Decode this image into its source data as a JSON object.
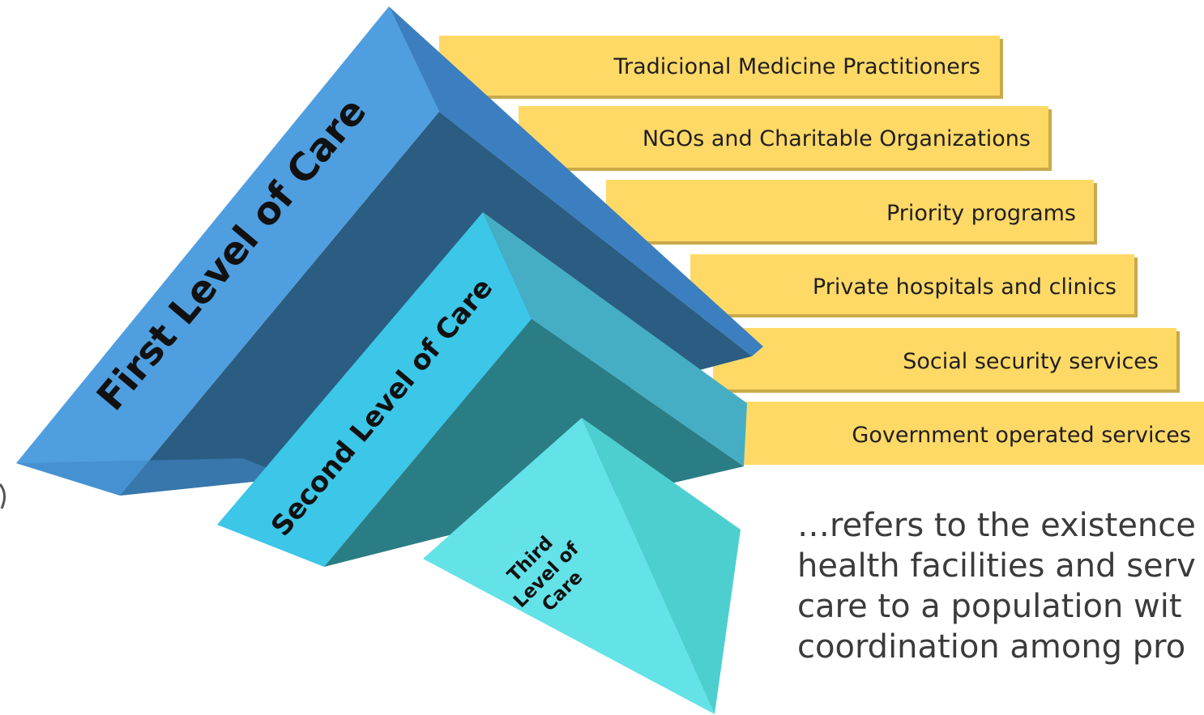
{
  "diagram": {
    "care_levels": [
      "First Level of Care",
      "Second Level of Care",
      {
        "line1": "Third",
        "line2": "Level of",
        "line3": "Care"
      }
    ],
    "providers": [
      "Tradicional Medicine Practitioners",
      "NGOs and Charitable Organizations",
      "Priority programs",
      "Private hospitals and clinics",
      "Social security services",
      "Government operated services"
    ],
    "description_lines": [
      "…refers to the existence",
      "health facilities and serv",
      "care to a population wit",
      "coordination among pro"
    ],
    "colors": {
      "banner_fill": "#ffd966",
      "banner_shadow": "#c9a94a",
      "first_level_face": "#4f9fe0",
      "first_level_dark": "#2b5d82",
      "first_level_side": "#3c7fc0",
      "second_level_face": "#3cc6e8",
      "second_level_dark": "#2b7d85",
      "second_level_side": "#45aec4",
      "third_level_face": "#63e2e8",
      "third_level_side": "#4ecfcf"
    }
  }
}
